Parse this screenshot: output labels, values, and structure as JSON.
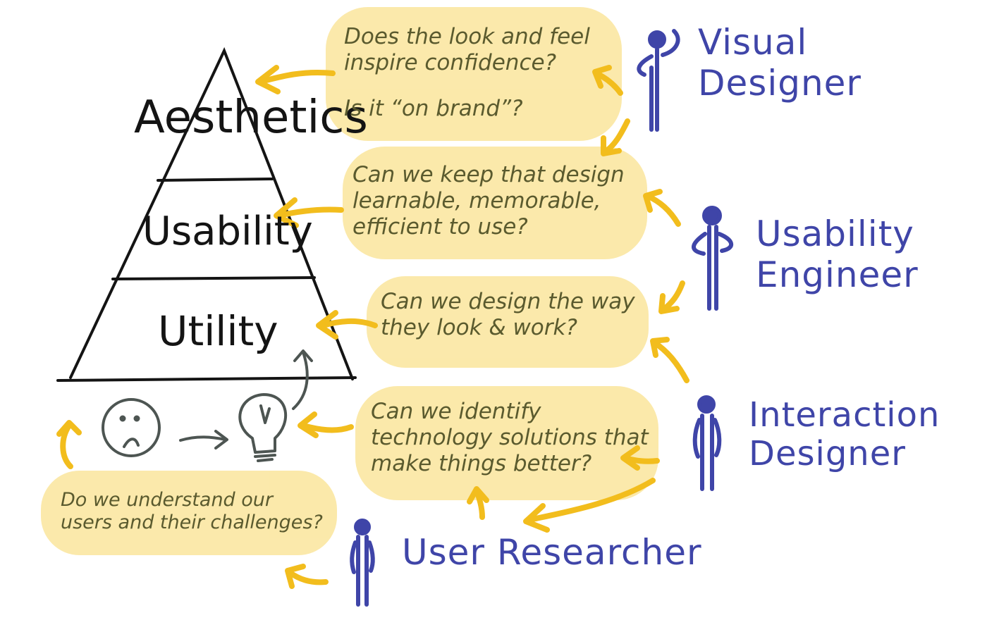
{
  "pyramid": {
    "tiers": [
      "Aesthetics",
      "Usability",
      "Utility"
    ]
  },
  "questions": {
    "aesthetics_q1": "Does the look and feel inspire confidence?",
    "aesthetics_q2": "Is it “on brand”?",
    "usability_q": "Can we keep that design learnable, memorable, efficient to use?",
    "utility_q": "Can we design the way they look & work?",
    "technology_q": "Can we identify technology solutions that make things better?",
    "users_q": "Do we understand our users and their challenges?"
  },
  "roles": {
    "visual": "Visual Designer",
    "usability": "Usability Engineer",
    "interaction": "Interaction Designer",
    "researcher": "User Researcher"
  },
  "colors": {
    "highlight": "#fbe8a6",
    "arrow": "#f2bd1d",
    "role": "#3f45a8",
    "ink": "#141414",
    "question": "#5a5a2e",
    "gray_icon": "#4d5552"
  },
  "icons": [
    "sad-face-icon",
    "lightbulb-icon",
    "person-figure-icon"
  ]
}
